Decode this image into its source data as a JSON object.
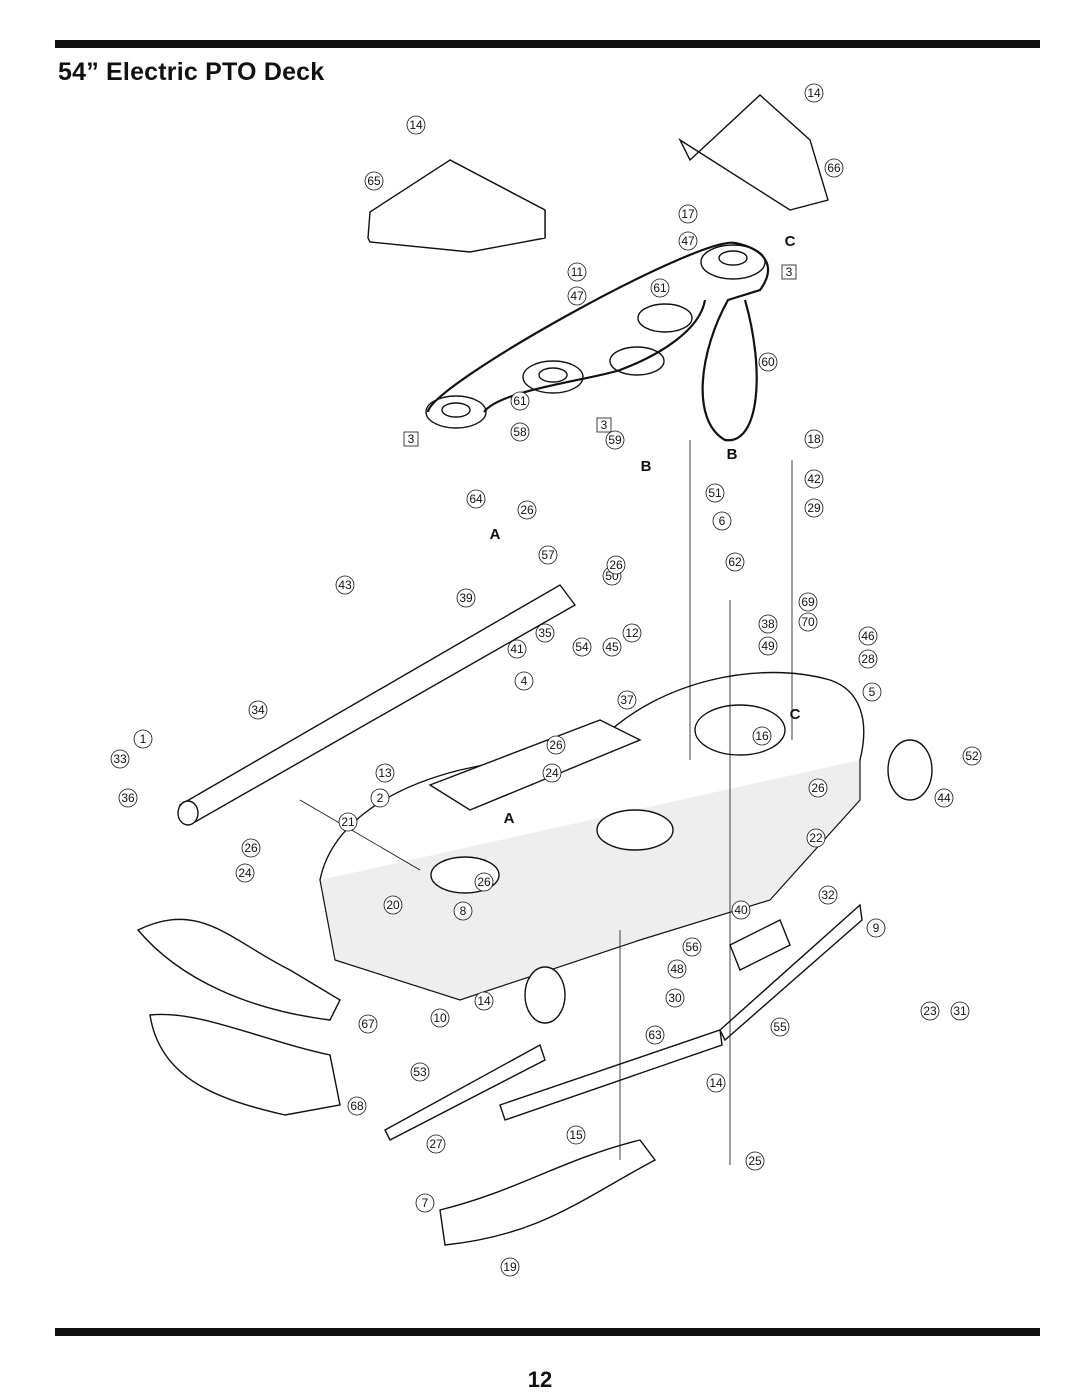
{
  "page": {
    "title": "54” Electric PTO Deck",
    "page_number": "12"
  },
  "diagram": {
    "callouts": [
      "1",
      "2",
      "3",
      "4",
      "5",
      "6",
      "7",
      "8",
      "9",
      "10",
      "11",
      "12",
      "13",
      "14",
      "15",
      "16",
      "17",
      "18",
      "19",
      "20",
      "21",
      "22",
      "23",
      "24",
      "25",
      "26",
      "27",
      "28",
      "29",
      "30",
      "31",
      "32",
      "33",
      "34",
      "35",
      "36",
      "37",
      "38",
      "39",
      "40",
      "41",
      "42",
      "43",
      "44",
      "45",
      "46",
      "47",
      "48",
      "49",
      "50",
      "51",
      "52",
      "53",
      "54",
      "55",
      "56",
      "57",
      "58",
      "59",
      "60",
      "61",
      "62",
      "63",
      "64",
      "65",
      "66",
      "67",
      "68",
      "69",
      "70"
    ],
    "section_markers": [
      "A",
      "B",
      "C"
    ],
    "boxed_labels": [
      "3"
    ]
  }
}
